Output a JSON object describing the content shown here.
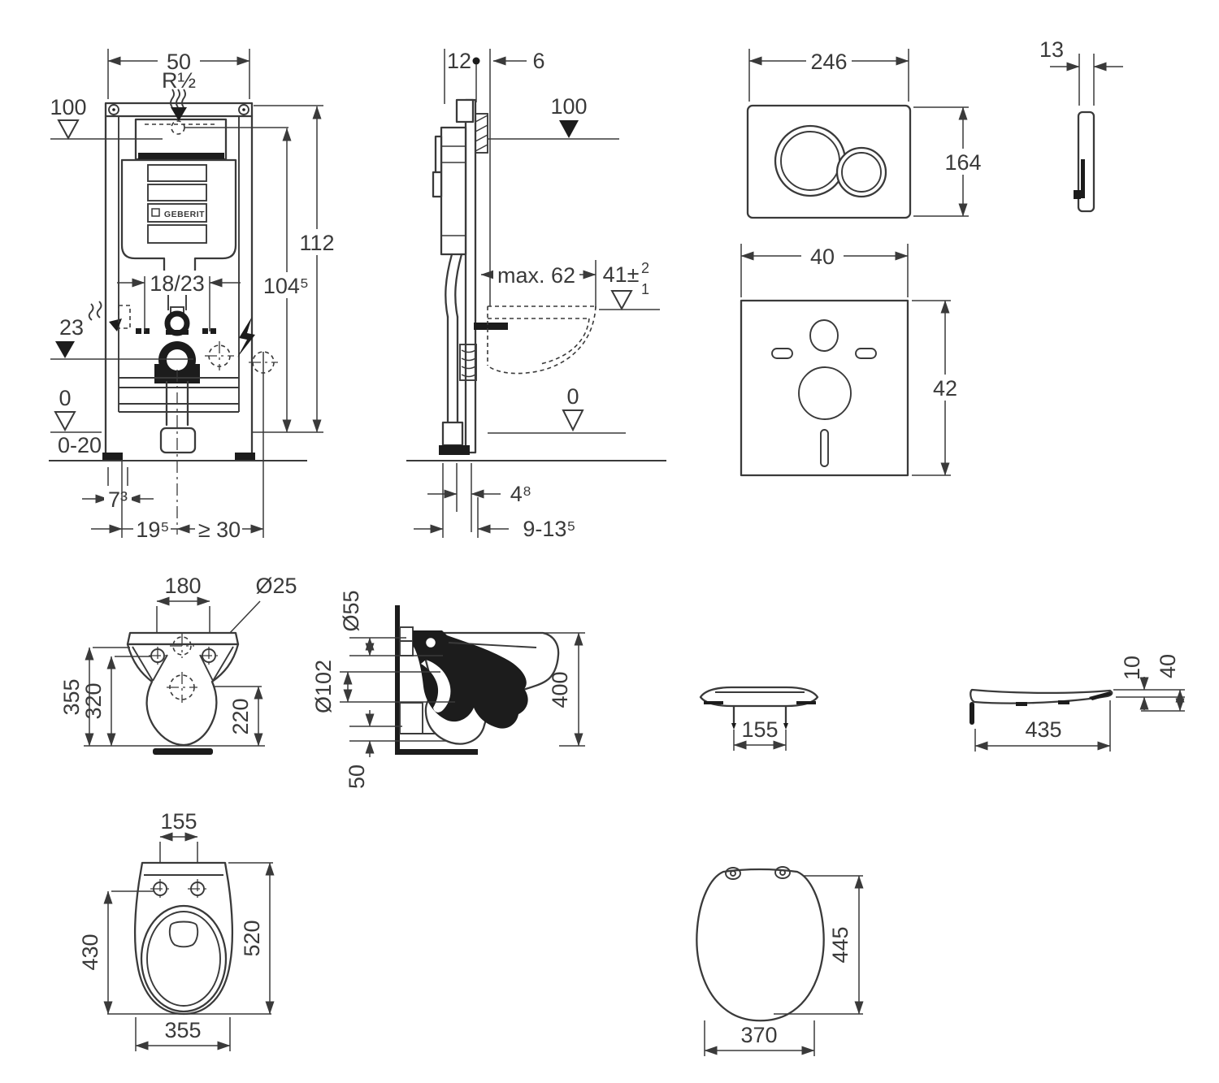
{
  "colors": {
    "line": "#3a3a3a",
    "ink": "#1c1c1c",
    "background": "#ffffff"
  },
  "figures": {
    "frame_front": {
      "logo": "GEBERIT",
      "dims": {
        "width": "50",
        "supply_thread": "R½",
        "level_top": "100",
        "frame_height": "112",
        "supply_height": "104⁵",
        "rod_spacing": "18/23",
        "outlet_level": "23",
        "floor_level": "0",
        "floor_range": "0-20",
        "foot_width": "7³",
        "outlet_offset": "19⁵",
        "side_clearance": "≥ 30"
      }
    },
    "frame_side": {
      "dims": {
        "frame_depth": "12",
        "wall_gap": "6",
        "level_top": "100",
        "max_depth": "max. 62",
        "bowl_height": "41±",
        "tolerance_plus": "2",
        "tolerance_minus": "1",
        "floor_level": "0",
        "panel_thickness": "4⁸",
        "finish_range": "9-13⁵"
      }
    },
    "flush_plate_front": {
      "dims": {
        "width": "246",
        "height": "164"
      }
    },
    "flush_plate_side": {
      "dims": {
        "thickness": "13"
      }
    },
    "insulation_mat": {
      "dims": {
        "width": "40",
        "height": "42"
      }
    },
    "bowl_front": {
      "dims": {
        "hole_spacing": "180",
        "hole_diameter": "Ø25",
        "height_total": "355",
        "height_inner": "320",
        "height_outlet": "220"
      }
    },
    "bowl_side": {
      "dims": {
        "inlet_diameter": "Ø55",
        "outlet_diameter": "Ø102",
        "depth": "400",
        "flange_height": "50"
      }
    },
    "seat_front": {
      "dims": {
        "hinge_spacing": "155"
      }
    },
    "seat_side": {
      "dims": {
        "lid_thickness": "10",
        "seat_height": "40",
        "length": "435"
      }
    },
    "bowl_top": {
      "dims": {
        "hole_spacing": "155",
        "bowl_length": "430",
        "total_length": "520",
        "width": "355"
      }
    },
    "seat_top": {
      "dims": {
        "length": "445",
        "width": "370"
      }
    }
  }
}
